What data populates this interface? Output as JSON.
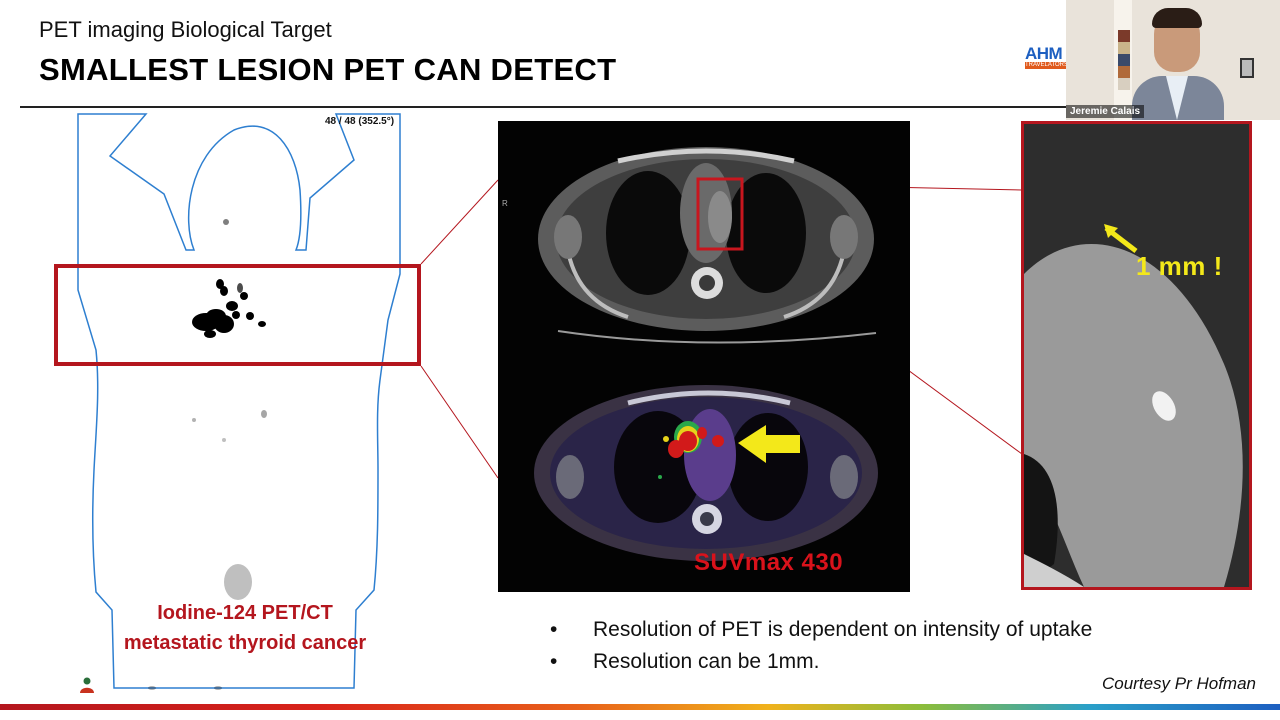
{
  "slide": {
    "subtitle": "PET imaging Biological Target",
    "title": "SMALLEST LESION PET CAN DETECT",
    "logo_text": "AHM",
    "logo_tagline": "TRAVELATORS"
  },
  "webcam": {
    "participant_name": "Jeremie Calais"
  },
  "pet_panel": {
    "frame_counter": "48 / 48 (352.5°)",
    "caption_line1": "Iodine-124 PET/CT",
    "caption_line2": "metastatic thyroid cancer"
  },
  "ct_panel": {
    "orientation_marker": "R",
    "suv_label": "SUVmax 430"
  },
  "zoom_panel": {
    "size_label": "1 mm !"
  },
  "bullets": [
    {
      "marker": "•",
      "text": "Resolution of PET is dependent on intensity of uptake"
    },
    {
      "marker": "•",
      "text": "Resolution can be 1mm."
    }
  ],
  "courtesy": "Courtesy Pr Hofman",
  "colors": {
    "accent_red": "#b4161e",
    "outline_blue": "#2e7fd0",
    "arrow_yellow": "#f3e81a"
  }
}
